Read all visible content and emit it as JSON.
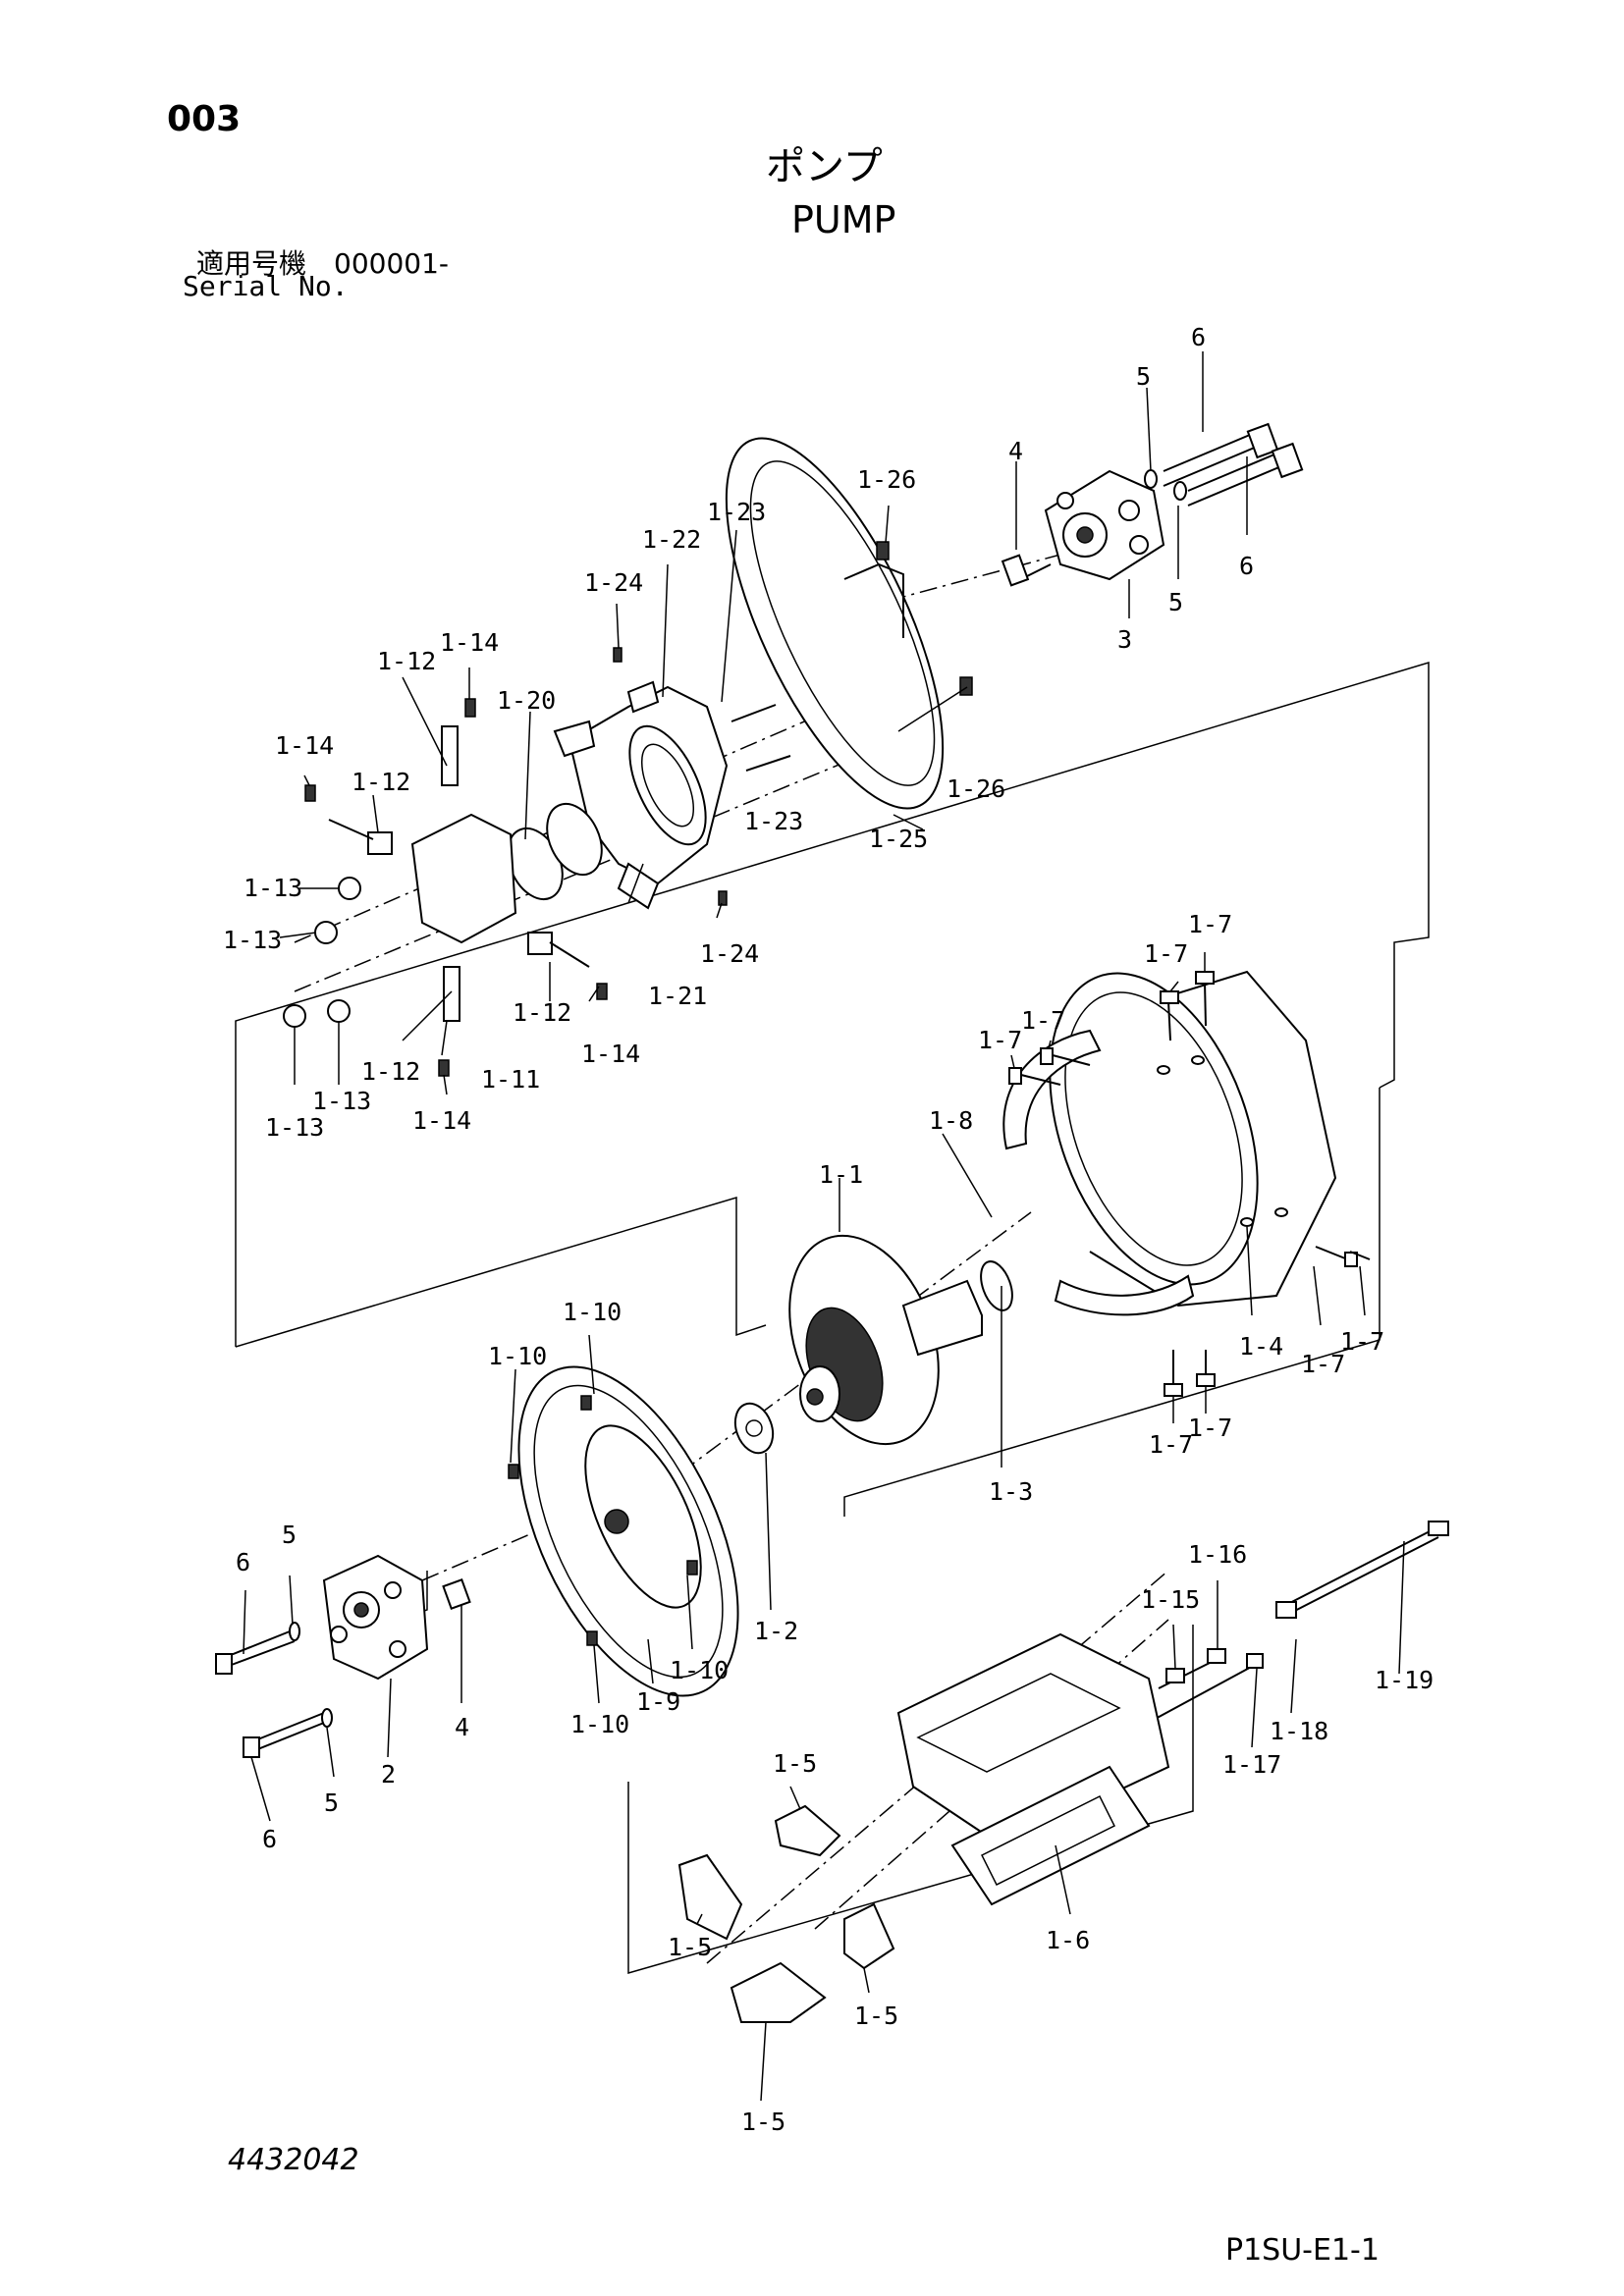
{
  "header": {
    "page_number": "003",
    "title_jp": "ポンプ",
    "title_en": "PUMP",
    "serial_label_jp": "適用号機　000001-",
    "serial_label_en": "Serial No."
  },
  "footer": {
    "document_number": "4432042",
    "page_code": "P1SU-E1-1"
  },
  "callouts": [
    "6",
    "5",
    "4",
    "1-26",
    "1-23",
    "1-22",
    "1-24",
    "1-14",
    "1-12",
    "1-20",
    "3",
    "5",
    "6",
    "1-14",
    "1-12",
    "1-13",
    "1-13",
    "1-23",
    "1-26",
    "1-25",
    "1-21",
    "1-24",
    "1-12",
    "1-14",
    "1-12",
    "1-11",
    "1-13",
    "1-13",
    "1-14",
    "1-7",
    "1-7",
    "1-7",
    "1-7",
    "1-8",
    "1-1",
    "1-10",
    "1-10",
    "1-4",
    "1-7",
    "1-7",
    "1-7",
    "1-7",
    "1-3",
    "6",
    "5",
    "1-16",
    "1-15",
    "1-19",
    "1-2",
    "1-10",
    "1-9",
    "1-10",
    "4",
    "2",
    "5",
    "6",
    "1-18",
    "1-17",
    "1-5",
    "1-5",
    "1-6",
    "1-5",
    "1-5"
  ]
}
